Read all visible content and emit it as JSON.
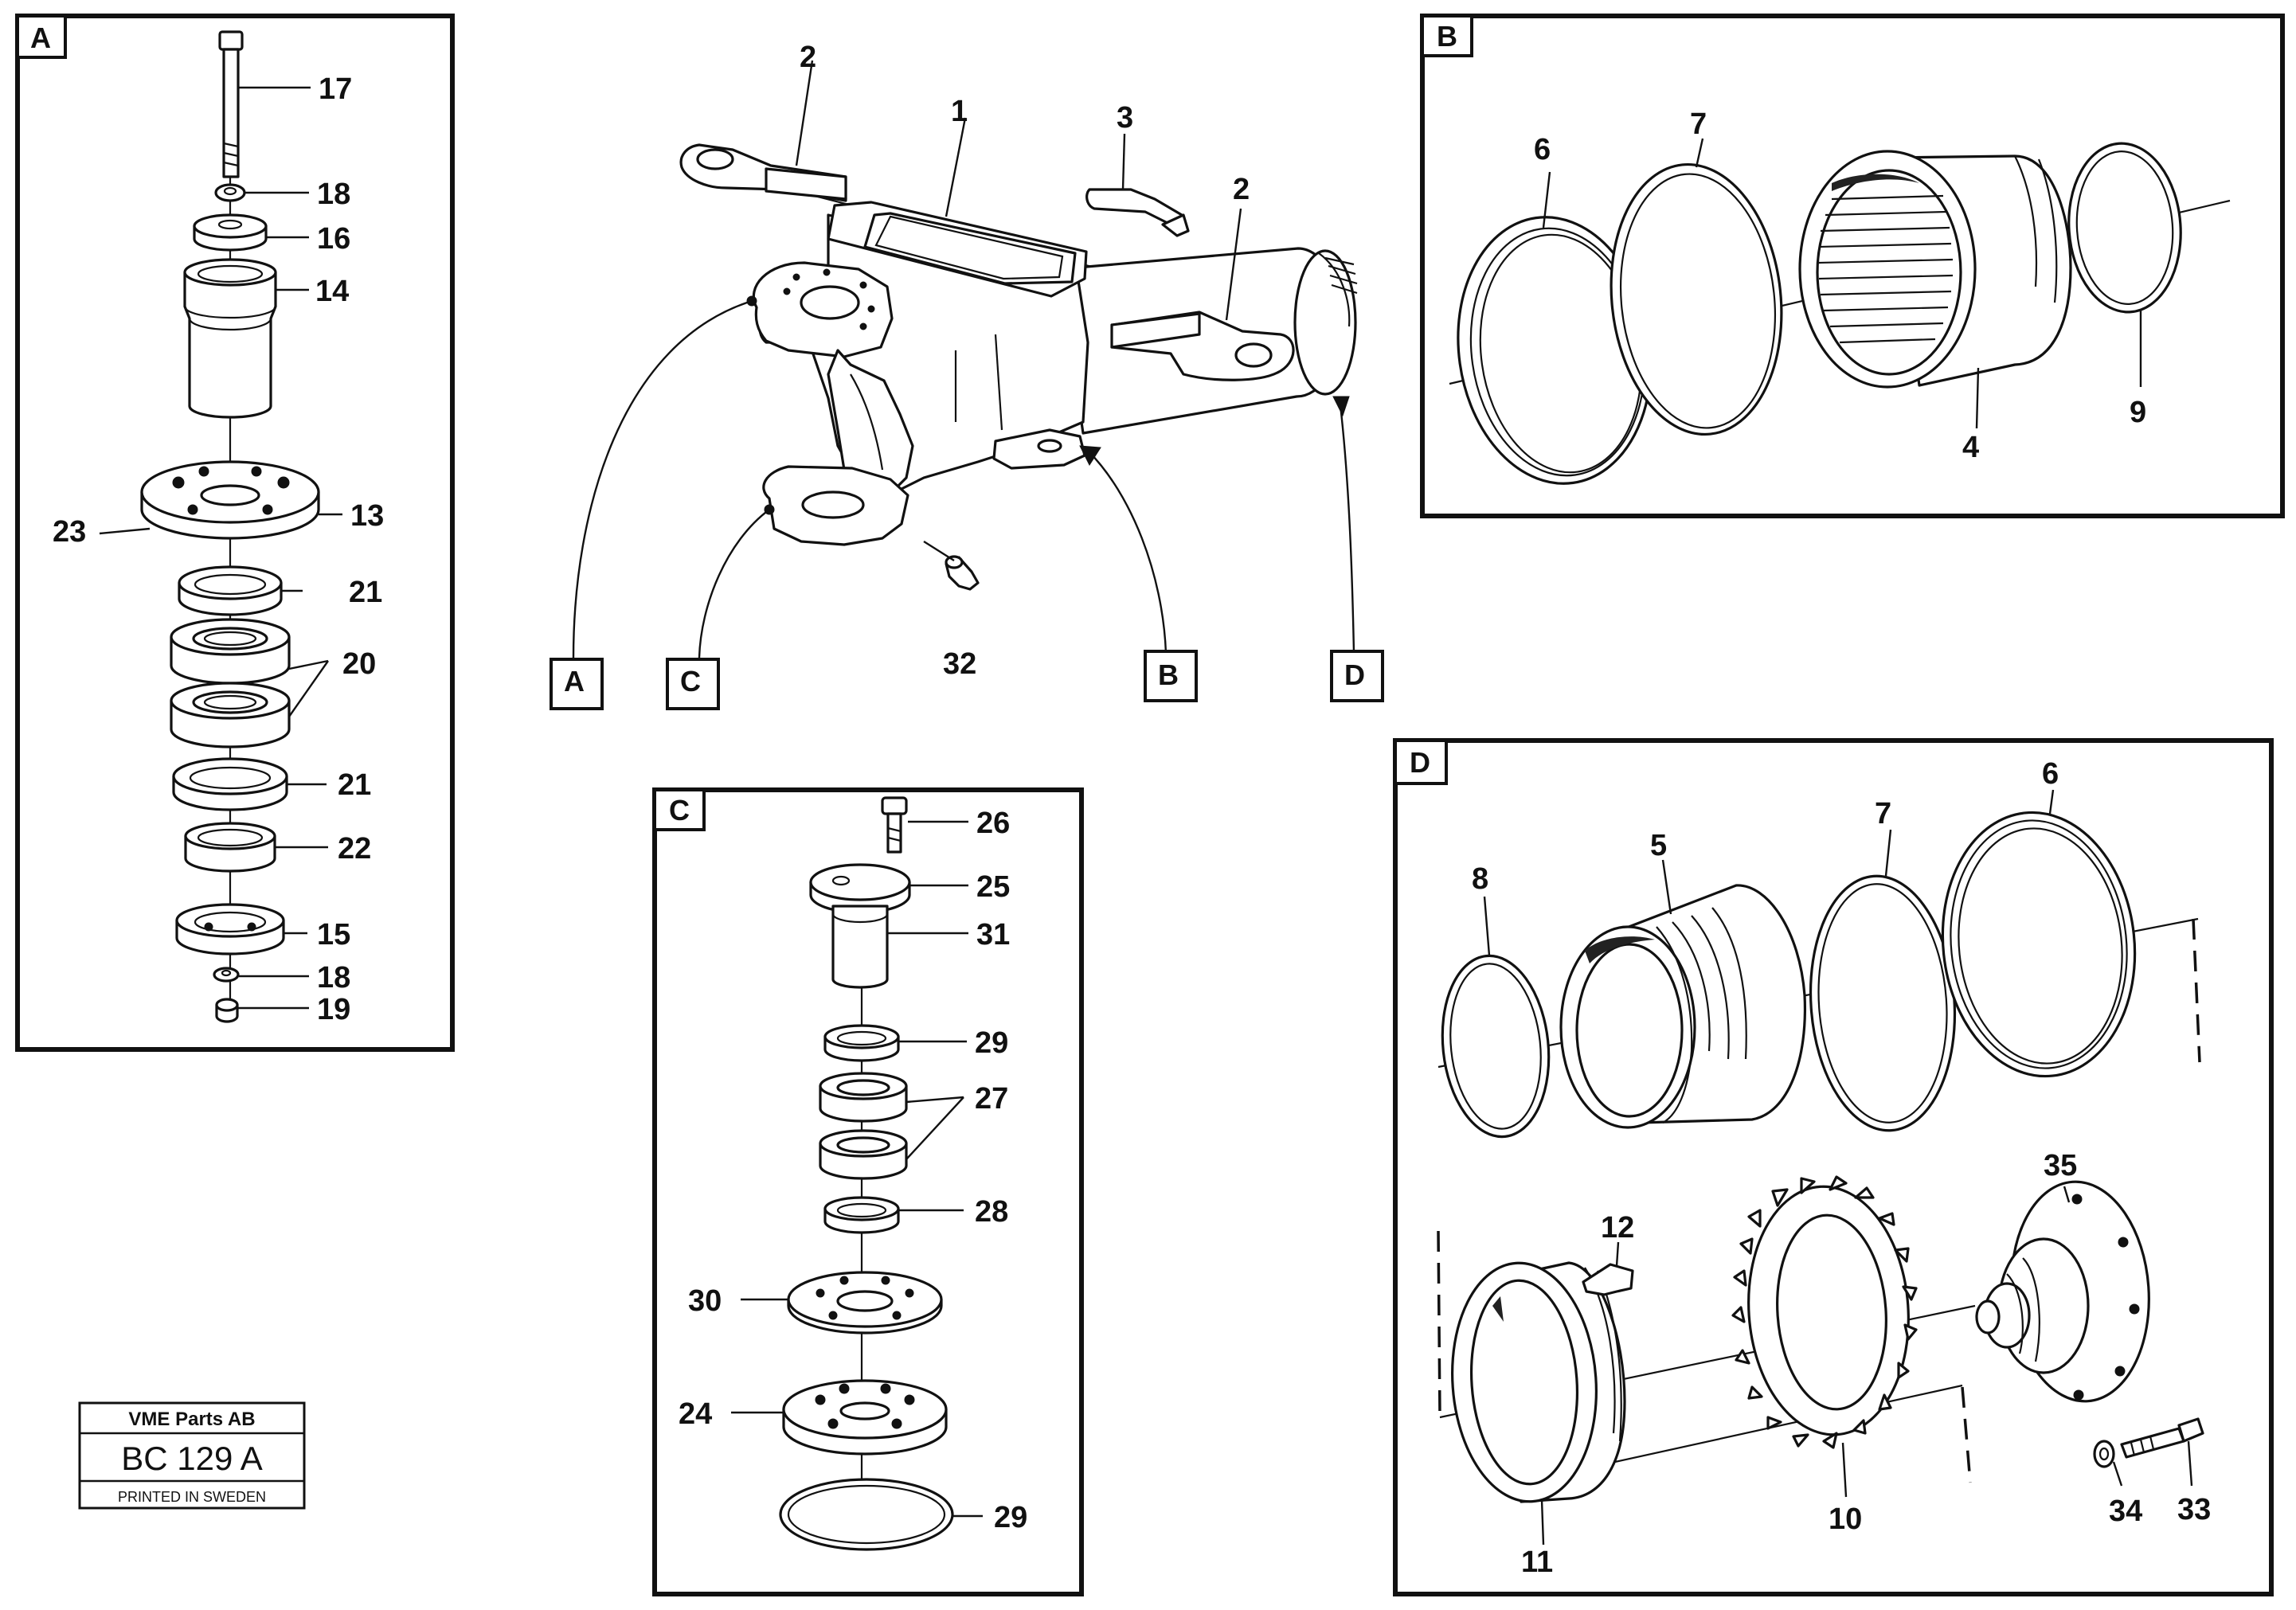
{
  "detail_labels": {
    "A": "A",
    "B": "B",
    "C": "C",
    "D": "D"
  },
  "callouts": {
    "p1": "1",
    "p2a": "2",
    "p2b": "2",
    "p3": "3",
    "p4": "4",
    "p5": "5",
    "p6b": "6",
    "p6d": "6",
    "p7b": "7",
    "p7d": "7",
    "p8": "8",
    "p9": "9",
    "p10": "10",
    "p11": "11",
    "p12": "12",
    "p13": "13",
    "p14": "14",
    "p15": "15",
    "p16": "16",
    "p17": "17",
    "p18a": "18",
    "p18b": "18",
    "p19": "19",
    "p20": "20",
    "p21a": "21",
    "p21b": "21",
    "p22": "22",
    "p23": "23",
    "p24": "24",
    "p25": "25",
    "p26": "26",
    "p27": "27",
    "p28": "28",
    "p29a": "29",
    "p29b": "29",
    "p30": "30",
    "p31": "31",
    "p32": "32",
    "p33": "33",
    "p34": "34",
    "p35": "35"
  },
  "stamp": {
    "company": "VME Parts AB",
    "code": "BC 129 A",
    "printed": "PRINTED IN SWEDEN"
  }
}
